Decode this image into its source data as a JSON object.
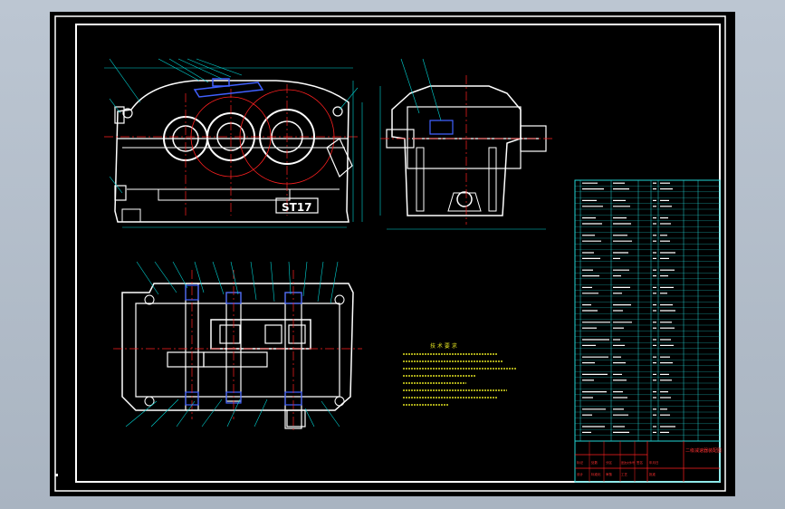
{
  "colors": {
    "background": "#000000",
    "frame": "#ffffff",
    "outline": "#ffffff",
    "dimension": "#00d4d4",
    "centerline": "#ff2020",
    "accent": "#4060ff",
    "table_line": "#22d4d4",
    "title_text": "#ff3030",
    "note_text": "#e0e020"
  },
  "views": {
    "front_view_marking": "ST17",
    "technical_requirements_title": "技 术 要 求"
  },
  "title_block": {
    "signature_cells": [
      "标记",
      "处数",
      "分区",
      "更改文件号",
      "签名",
      "年月日"
    ],
    "role_cells": [
      "设计",
      "标准化",
      "审核",
      "工艺",
      "批准"
    ],
    "drawing_title": "二级减速器装配图"
  }
}
